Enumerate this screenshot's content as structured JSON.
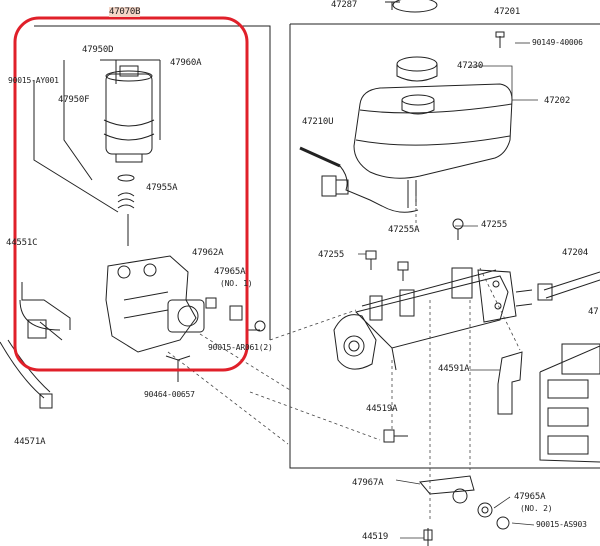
{
  "diagram": {
    "highlight_color": "#e0202a",
    "part_labels": {
      "p47070B": "47070B",
      "p47287": "47287",
      "p47201": "47201",
      "p90149": "90149-40006",
      "p47230": "47230",
      "p47202": "47202",
      "p47950D": "47950D",
      "p47960A": "47960A",
      "p90015a": "90015-AY001",
      "p47950F": "47950F",
      "p47210U": "47210U",
      "p47955A": "47955A",
      "p47255a": "47255",
      "p47255A": "47255A",
      "p47255b": "47255",
      "p47204": "47204",
      "p44551C": "44551C",
      "p47962A": "47962A",
      "p47965A1": "47965A",
      "p47965A1n": "(NO. 1)",
      "p90015b": "90015-AR061(2)",
      "p44591A": "44591A",
      "p90464": "90464-00657",
      "p44519A": "44519A",
      "p44571A": "44571A",
      "p47967A": "47967A",
      "p47965A2": "47965A",
      "p47965A2n": "(NO. 2)",
      "p90015c": "90015-AS903",
      "p44519": "44519",
      "p47": "47"
    }
  }
}
